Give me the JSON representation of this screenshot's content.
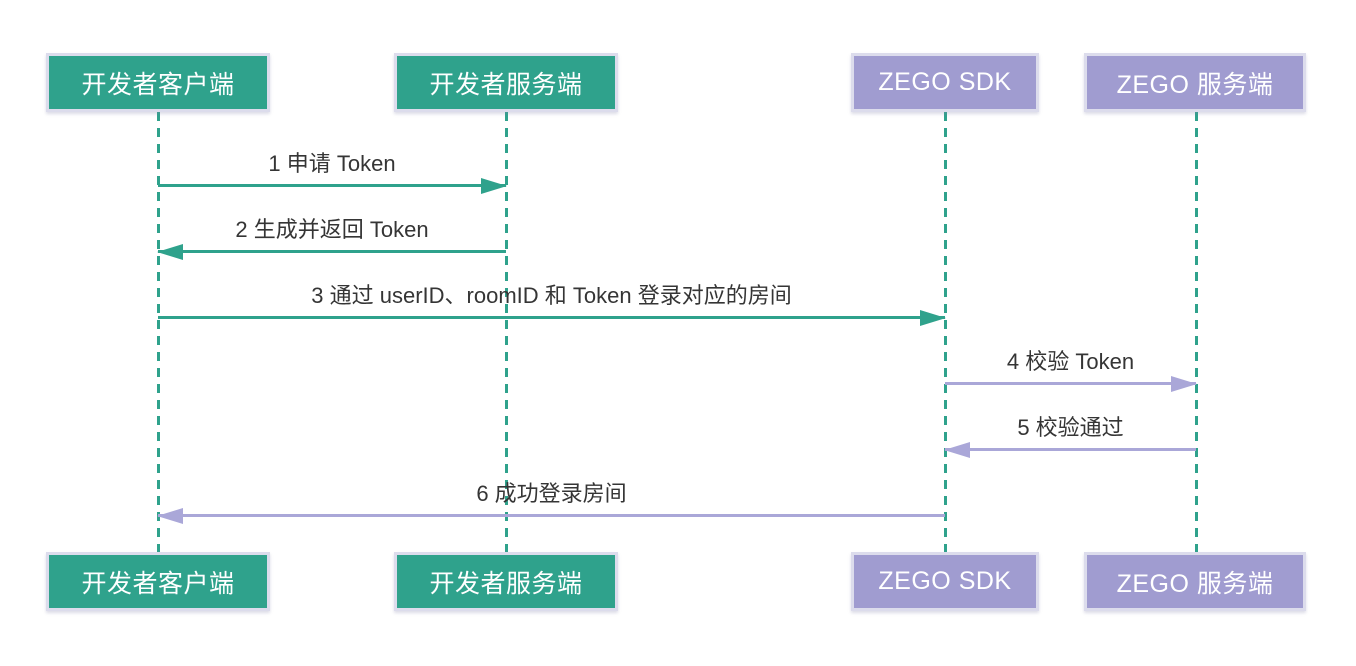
{
  "diagram": {
    "type": "sequence-diagram",
    "title": "ZEGO Token login sequence",
    "actors": [
      {
        "id": "developer-client",
        "label": "开发者客户端",
        "color": "#2fa28c"
      },
      {
        "id": "developer-server",
        "label": "开发者服务端",
        "color": "#2fa28c"
      },
      {
        "id": "zego-sdk",
        "label": "ZEGO SDK",
        "color": "#a09cd0"
      },
      {
        "id": "zego-server",
        "label": "ZEGO 服务端",
        "color": "#a09cd0"
      }
    ],
    "messages": [
      {
        "seq": 1,
        "label": "1 申请 Token",
        "from": "developer-client",
        "to": "developer-server",
        "direction": "right",
        "color": "#2fa28c"
      },
      {
        "seq": 2,
        "label": "2 生成并返回 Token",
        "from": "developer-server",
        "to": "developer-client",
        "direction": "left",
        "color": "#2fa28c"
      },
      {
        "seq": 3,
        "label": "3 通过 userID、roomID 和 Token 登录对应的房间",
        "from": "developer-client",
        "to": "zego-sdk",
        "direction": "right",
        "color": "#2fa28c"
      },
      {
        "seq": 4,
        "label": "4 校验 Token",
        "from": "zego-sdk",
        "to": "zego-server",
        "direction": "right",
        "color": "#aaa7d8"
      },
      {
        "seq": 5,
        "label": "5 校验通过",
        "from": "zego-server",
        "to": "zego-sdk",
        "direction": "left",
        "color": "#aaa7d8"
      },
      {
        "seq": 6,
        "label": "6 成功登录房间",
        "from": "zego-sdk",
        "to": "developer-client",
        "direction": "left",
        "color": "#aaa7d8"
      }
    ],
    "colors": {
      "teal": "#2fa28c",
      "purple": "#a09cd0",
      "arrow_purple": "#aaa7d8",
      "box_border": "#dcdcec",
      "lifeline": "#2fa28c",
      "message_text": "#353535",
      "background": "#ffffff"
    }
  }
}
